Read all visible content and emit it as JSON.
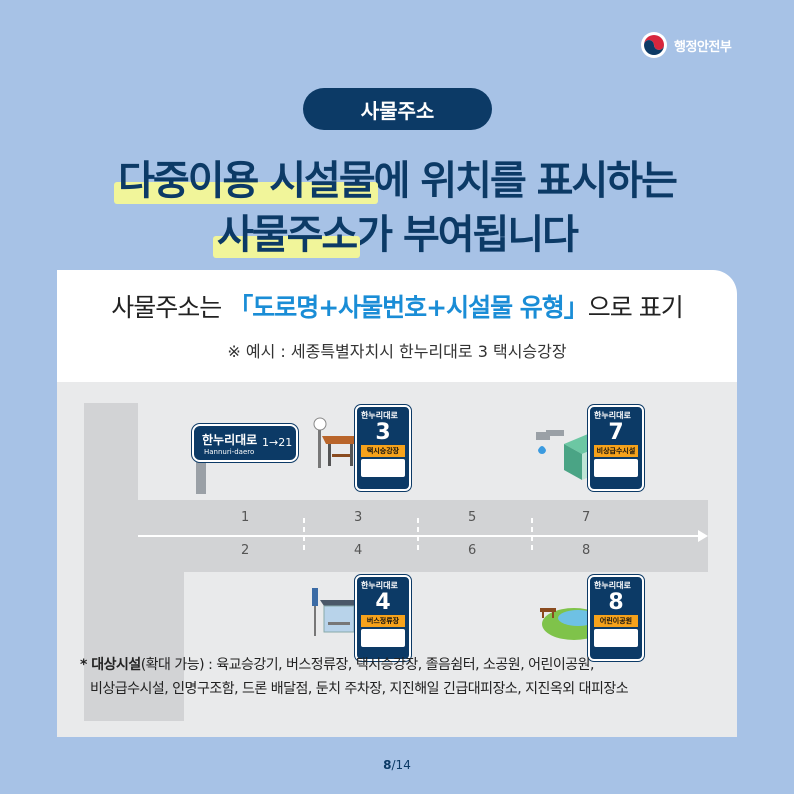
{
  "brand": {
    "name": "행정안전부"
  },
  "header": {
    "pill": "사물주소"
  },
  "headline": {
    "line1_highlight": "다중이용 시설물",
    "line1_rest": "에 위치를 표시하는",
    "line2_highlight": "사물주소",
    "line2_rest": "가 부여됩니다"
  },
  "card": {
    "title_prefix": "사물주소는 ",
    "title_accent": "「도로명+사물번호+시설물 유형」",
    "title_suffix": "으로 표기",
    "example": "※ 예시 : 세종특별자치시 한누리대로 3 택시승강장"
  },
  "diagram": {
    "road_sign": {
      "name": "한누리대로",
      "english": "Hannuri-daero",
      "range": "1→21"
    },
    "odd_numbers": [
      "1",
      "3",
      "5",
      "7"
    ],
    "even_numbers": [
      "2",
      "4",
      "6",
      "8"
    ],
    "signs": [
      {
        "road": "한누리대로",
        "number": "3",
        "type": "택시승강장"
      },
      {
        "road": "한누리대로",
        "number": "7",
        "type": "비상급수시설"
      },
      {
        "road": "한누리대로",
        "number": "4",
        "type": "버스정류장"
      },
      {
        "road": "한누리대로",
        "number": "8",
        "type": "어린이공원"
      }
    ]
  },
  "footnote": {
    "label": "* 대상시설",
    "label_paren": "(확대 가능) : 육교승강기, 버스정류장, 택시승강장, 졸음쉼터, 소공원, 어린이공원,",
    "line2": "비상급수시설, 인명구조함, 드론 배달점, 둔치 주차장, 지진해일 긴급대피장소, 지진옥외 대피장소"
  },
  "pager": {
    "current": "8",
    "total": "/14"
  },
  "colors": {
    "navy": "#0c3a66",
    "accent": "#1a8dd6",
    "highlight": "#f1f59a",
    "background": "#a7c2e6"
  }
}
